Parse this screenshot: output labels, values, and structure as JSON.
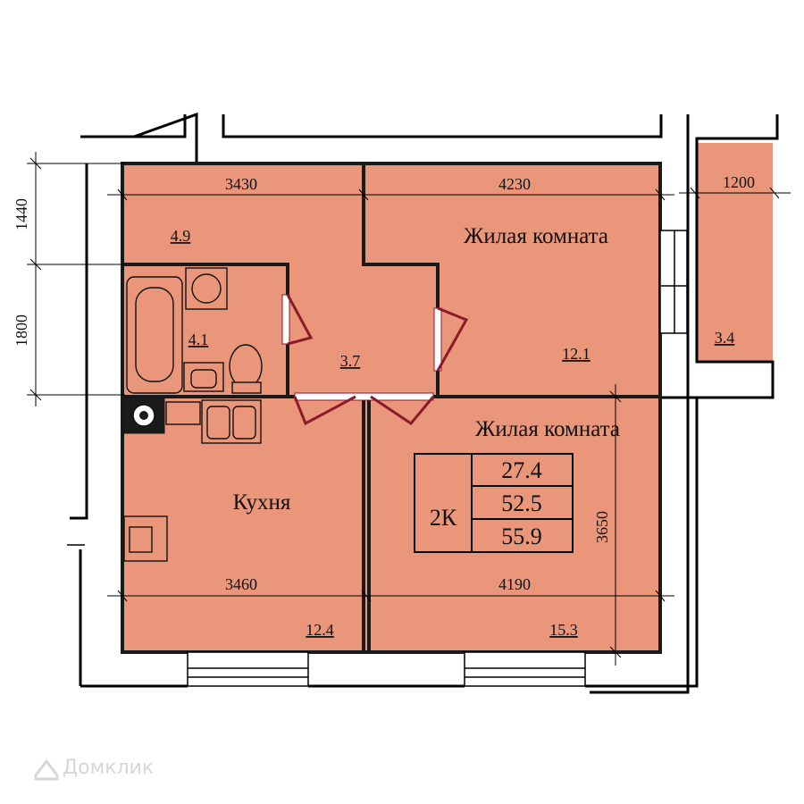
{
  "rooms": {
    "living_top": {
      "name": "Жилая комната",
      "area": "12.1"
    },
    "living_bottom": {
      "name": "Жилая комната",
      "area": "15.3"
    },
    "kitchen": {
      "name": "Кухня",
      "area": "12.4"
    },
    "hall": {
      "area": "4.9"
    },
    "bathroom": {
      "area": "4.1"
    },
    "corridor": {
      "area": "3.7"
    },
    "balcony": {
      "area": "3.4"
    }
  },
  "dimensions": {
    "top_left_width": "3430",
    "top_right_width": "4230",
    "balcony_width": "1200",
    "bottom_left_width": "3460",
    "bottom_right_width": "4190",
    "left_upper_height": "1440",
    "left_lower_height": "1800",
    "right_room_height": "3650"
  },
  "summary": {
    "type": "2К",
    "living_area": "27.4",
    "total_area": "52.5",
    "total_with_balcony": "55.9"
  },
  "watermark": "Домклик",
  "colors": {
    "room_fill": "#e9967a",
    "door": "#8b1a2b",
    "wall": "#000000"
  }
}
